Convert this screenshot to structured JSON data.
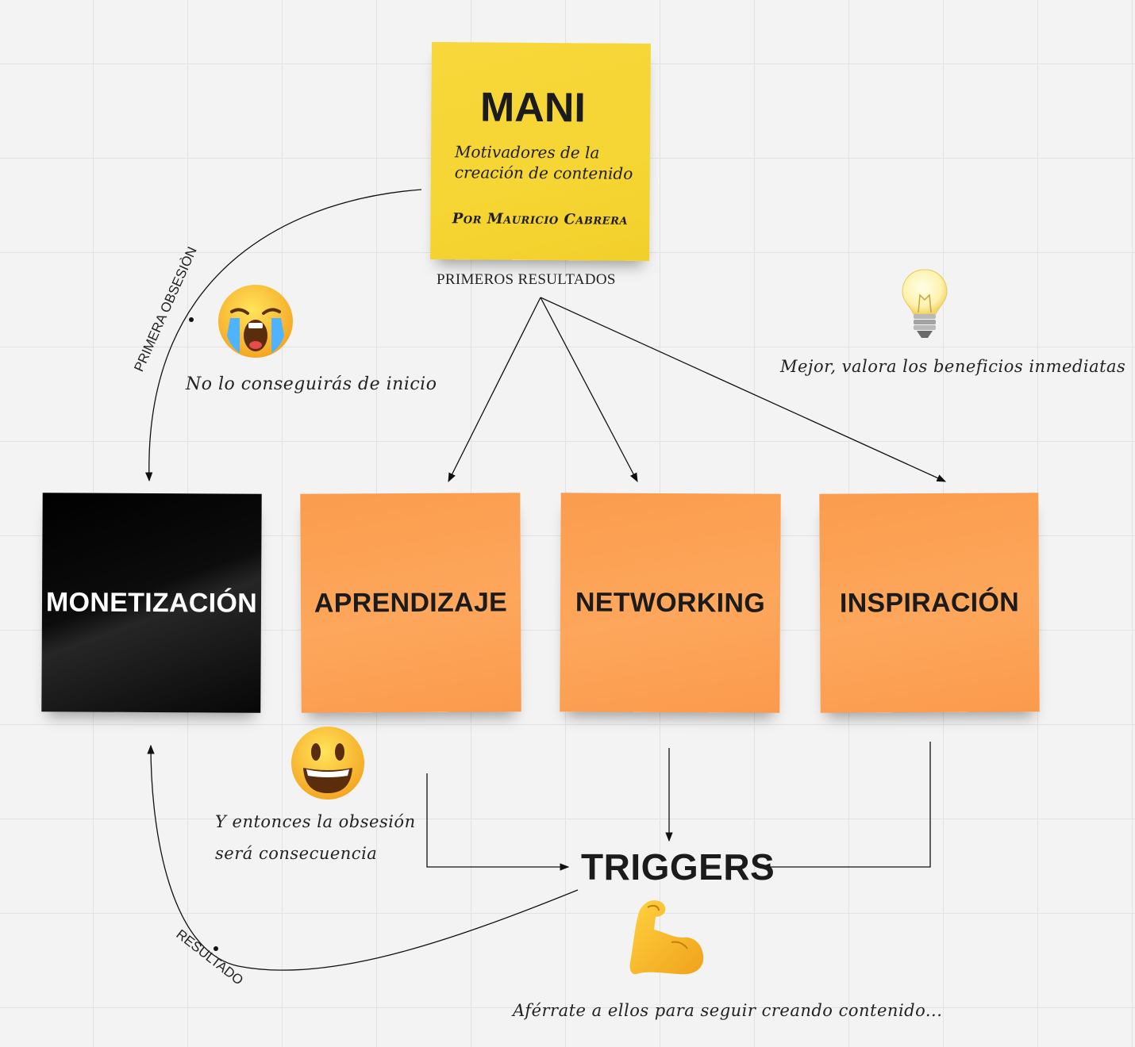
{
  "center_note": {
    "title": "MANI",
    "subtitle": "Motivadores de la creación de contenido",
    "author": "Por Mauricio Cabrera"
  },
  "notes": {
    "monetizacion": "MONETIZACIÓN",
    "aprendizaje": "APRENDIZAJE",
    "networking": "NETWORKING",
    "inspiracion": "INSPIRACIÓN"
  },
  "labels": {
    "primeros_resultados": "PRIMEROS RESULTADOS",
    "primera_obsesion": "PRIMERA OBSESIÒN",
    "resultado": "RESULTADO",
    "triggers": "TRIGGERS"
  },
  "comments": {
    "no_lo_conseguiras": "No lo conseguirás de inicio",
    "mejor_valora": "Mejor,  valora los beneficios inmediatas",
    "y_entonces_1": "Y entonces la obsesión",
    "y_entonces_2": "será consecuencia",
    "aferrate": "Aférrate a ellos para seguir creando contenido..."
  },
  "icons": [
    "crying-face-icon",
    "lightbulb-icon",
    "grinning-face-icon",
    "flexed-biceps-icon"
  ],
  "colors": {
    "yellow_note": "#f6d634",
    "orange_note": "#fda75c",
    "black_note": "#000000",
    "background": "#f3f3f3"
  }
}
